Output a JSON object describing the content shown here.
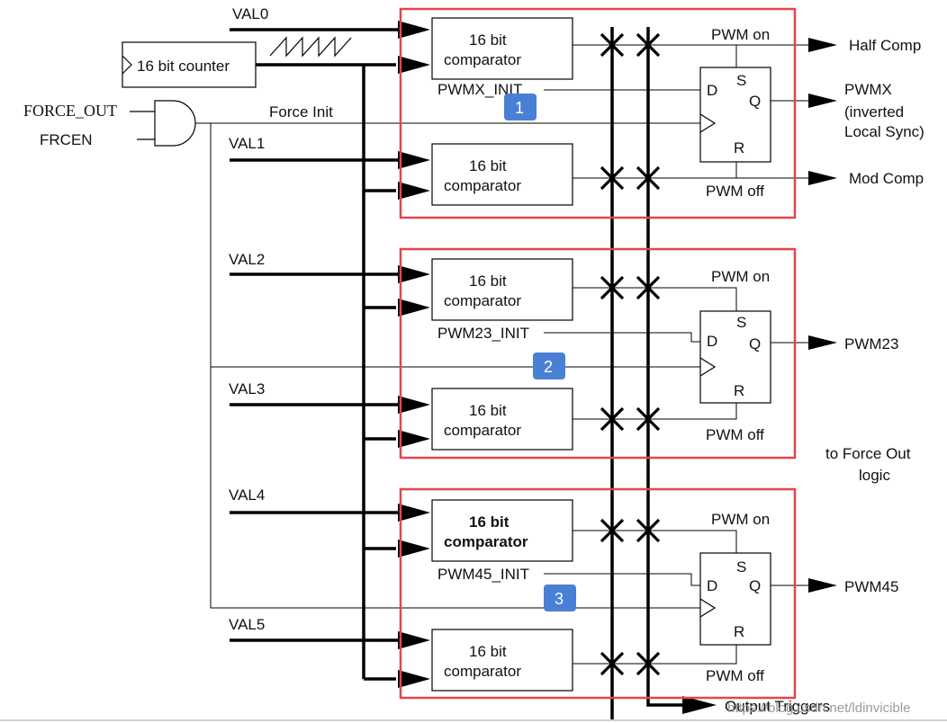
{
  "counter_label": "16 bit counter",
  "force_out_label": "FORCE_OUT",
  "frcen_label": "FRCEN",
  "force_init_label": "Force Init",
  "comparator_line1": "16 bit",
  "comparator_line2": "comparator",
  "flipflop": {
    "d": "D",
    "s": "S",
    "q": "Q",
    "r": "R"
  },
  "value_inputs": [
    "VAL0",
    "VAL1",
    "VAL2",
    "VAL3",
    "VAL4",
    "VAL5"
  ],
  "pwm_on_label": "PWM on",
  "pwm_off_label": "PWM off",
  "channels": [
    {
      "badge": "1",
      "init_label": "PWMX_INIT",
      "output_label": "PWMX",
      "output_note_1": "(inverted",
      "output_note_2": "Local Sync)"
    },
    {
      "badge": "2",
      "init_label": "PWM23_INIT",
      "output_label": "PWM23"
    },
    {
      "badge": "3",
      "init_label": "PWM45_INIT",
      "output_label": "PWM45"
    }
  ],
  "half_comp_label": "Half Comp",
  "mod_comp_label": "Mod Comp",
  "force_out_logic_1": "to Force Out",
  "force_out_logic_2": "logic",
  "output_triggers_label": "Output Triggers",
  "watermark": "https://blog.csdn.net/ldinvicible",
  "colors": {
    "highlight_box": "#e0474c",
    "badge": "#4a7fd6",
    "line": "#000000"
  }
}
